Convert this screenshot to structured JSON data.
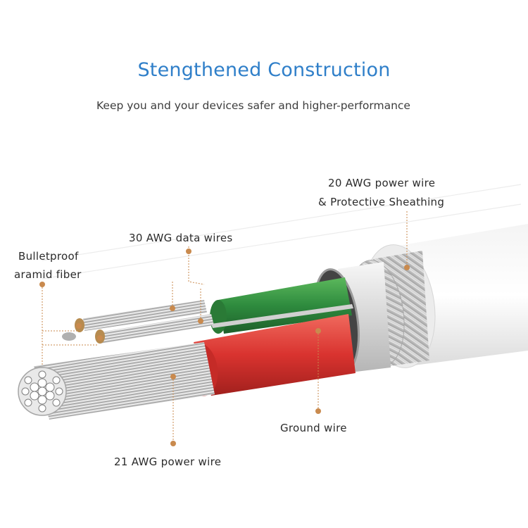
{
  "header": {
    "title": "Stengthened Construction",
    "subtitle": "Keep you and your devices safer and higher-performance"
  },
  "labels": {
    "power_wire_20": "20 AWG power wire",
    "sheathing": "& Protective Sheathing",
    "data_wires": "30 AWG data wires",
    "aramid_line1": "Bulletproof",
    "aramid_line2": "aramid fiber",
    "ground_wire": "Ground wire",
    "power_wire_21": "21 AWG power wire"
  },
  "colors": {
    "title": "#2f7fc9",
    "marker": "#c98a4e",
    "green_wire": "#2e8b3e",
    "red_wire": "#d9332f"
  }
}
